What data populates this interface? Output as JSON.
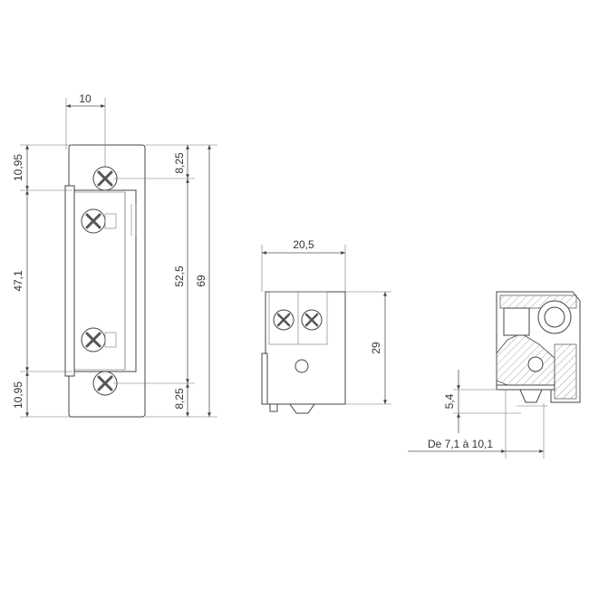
{
  "dimensions": {
    "front_top_width": "10",
    "front_left_top": "10,95",
    "front_left_mid": "47,1",
    "front_left_bottom": "10,95",
    "front_right_top": "8,25",
    "front_right_mid": "52,5",
    "front_right_bottom": "8,25",
    "front_total": "69",
    "side_width": "20,5",
    "side_height": "29",
    "section_offset": "5,4",
    "section_range": "De 7,1 à 10,1"
  },
  "colors": {
    "line": "#555555",
    "fill": "#ffffff",
    "hatch": "#666666"
  }
}
